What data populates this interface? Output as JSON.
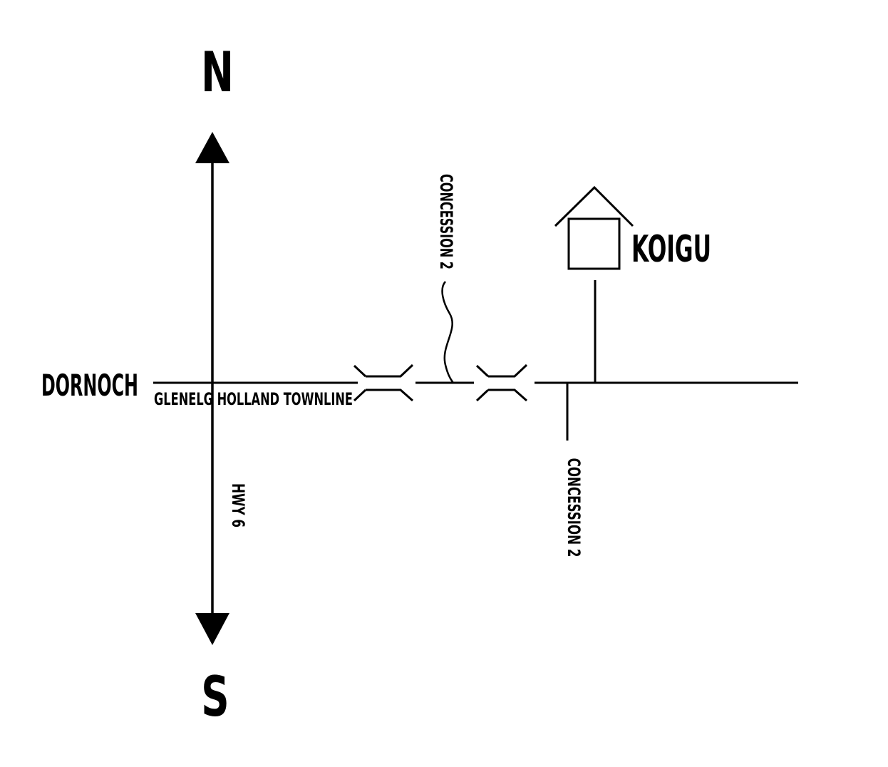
{
  "map": {
    "compass": {
      "north": "N",
      "south": "S"
    },
    "labels": {
      "west_town": "DORNOCH",
      "townline": "GLENELG HOLLAND TOWNLINE",
      "highway": "HWY 6",
      "concession_north": "CONCESSION 2",
      "concession_south": "CONCESSION 2",
      "destination": "KOIGU"
    },
    "colors": {
      "ink": "#000000",
      "background": "#ffffff"
    },
    "icons": {
      "destination": "house-icon",
      "crossing": "bridge-icon"
    }
  }
}
